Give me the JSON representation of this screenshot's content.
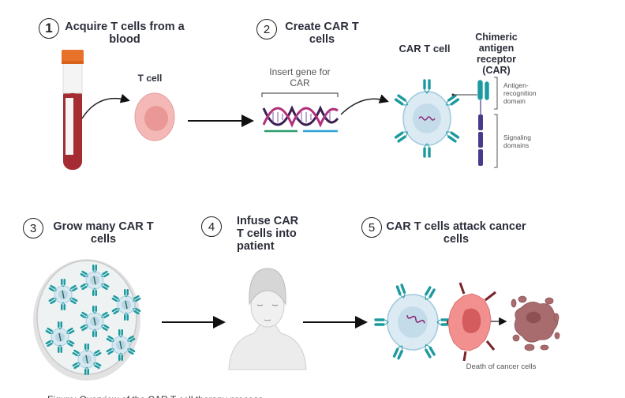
{
  "diagram": {
    "steps": [
      {
        "number": "1",
        "title": "Acquire T cells from a blood"
      },
      {
        "number": "2",
        "title": "Create CAR T cells"
      },
      {
        "number": "3",
        "title": "Grow many CAR T cells"
      },
      {
        "number": "4",
        "title": "Infuse CAR T cells into patient"
      },
      {
        "number": "5",
        "title": "CAR T cells attack cancer cells"
      }
    ],
    "labels": {
      "t_cell": "T cell",
      "insert_gene": "Insert gene for CAR",
      "car_t_cell": "CAR T cell",
      "chimeric_receptor": "Chimeric antigen receptor (CAR)",
      "antigen_domain": "Antigen-recognition domain",
      "signaling_domains": "Signaling domains",
      "death_cancer": "Death of cancer cells"
    },
    "colors": {
      "receptor_teal": "#1b9aa0",
      "signaling_purple": "#4b3a8c",
      "blood_red": "#9e2a2f",
      "cap_orange": "#e8722a",
      "tcell_pink": "#f4b7b5",
      "cancer_pink": "#f08f8f",
      "dead_cell": "#a86b6e",
      "cell_blue": "#d9e9f2"
    },
    "caption_clipped": "Figure: Overview of the CAR T-cell therapy process"
  }
}
